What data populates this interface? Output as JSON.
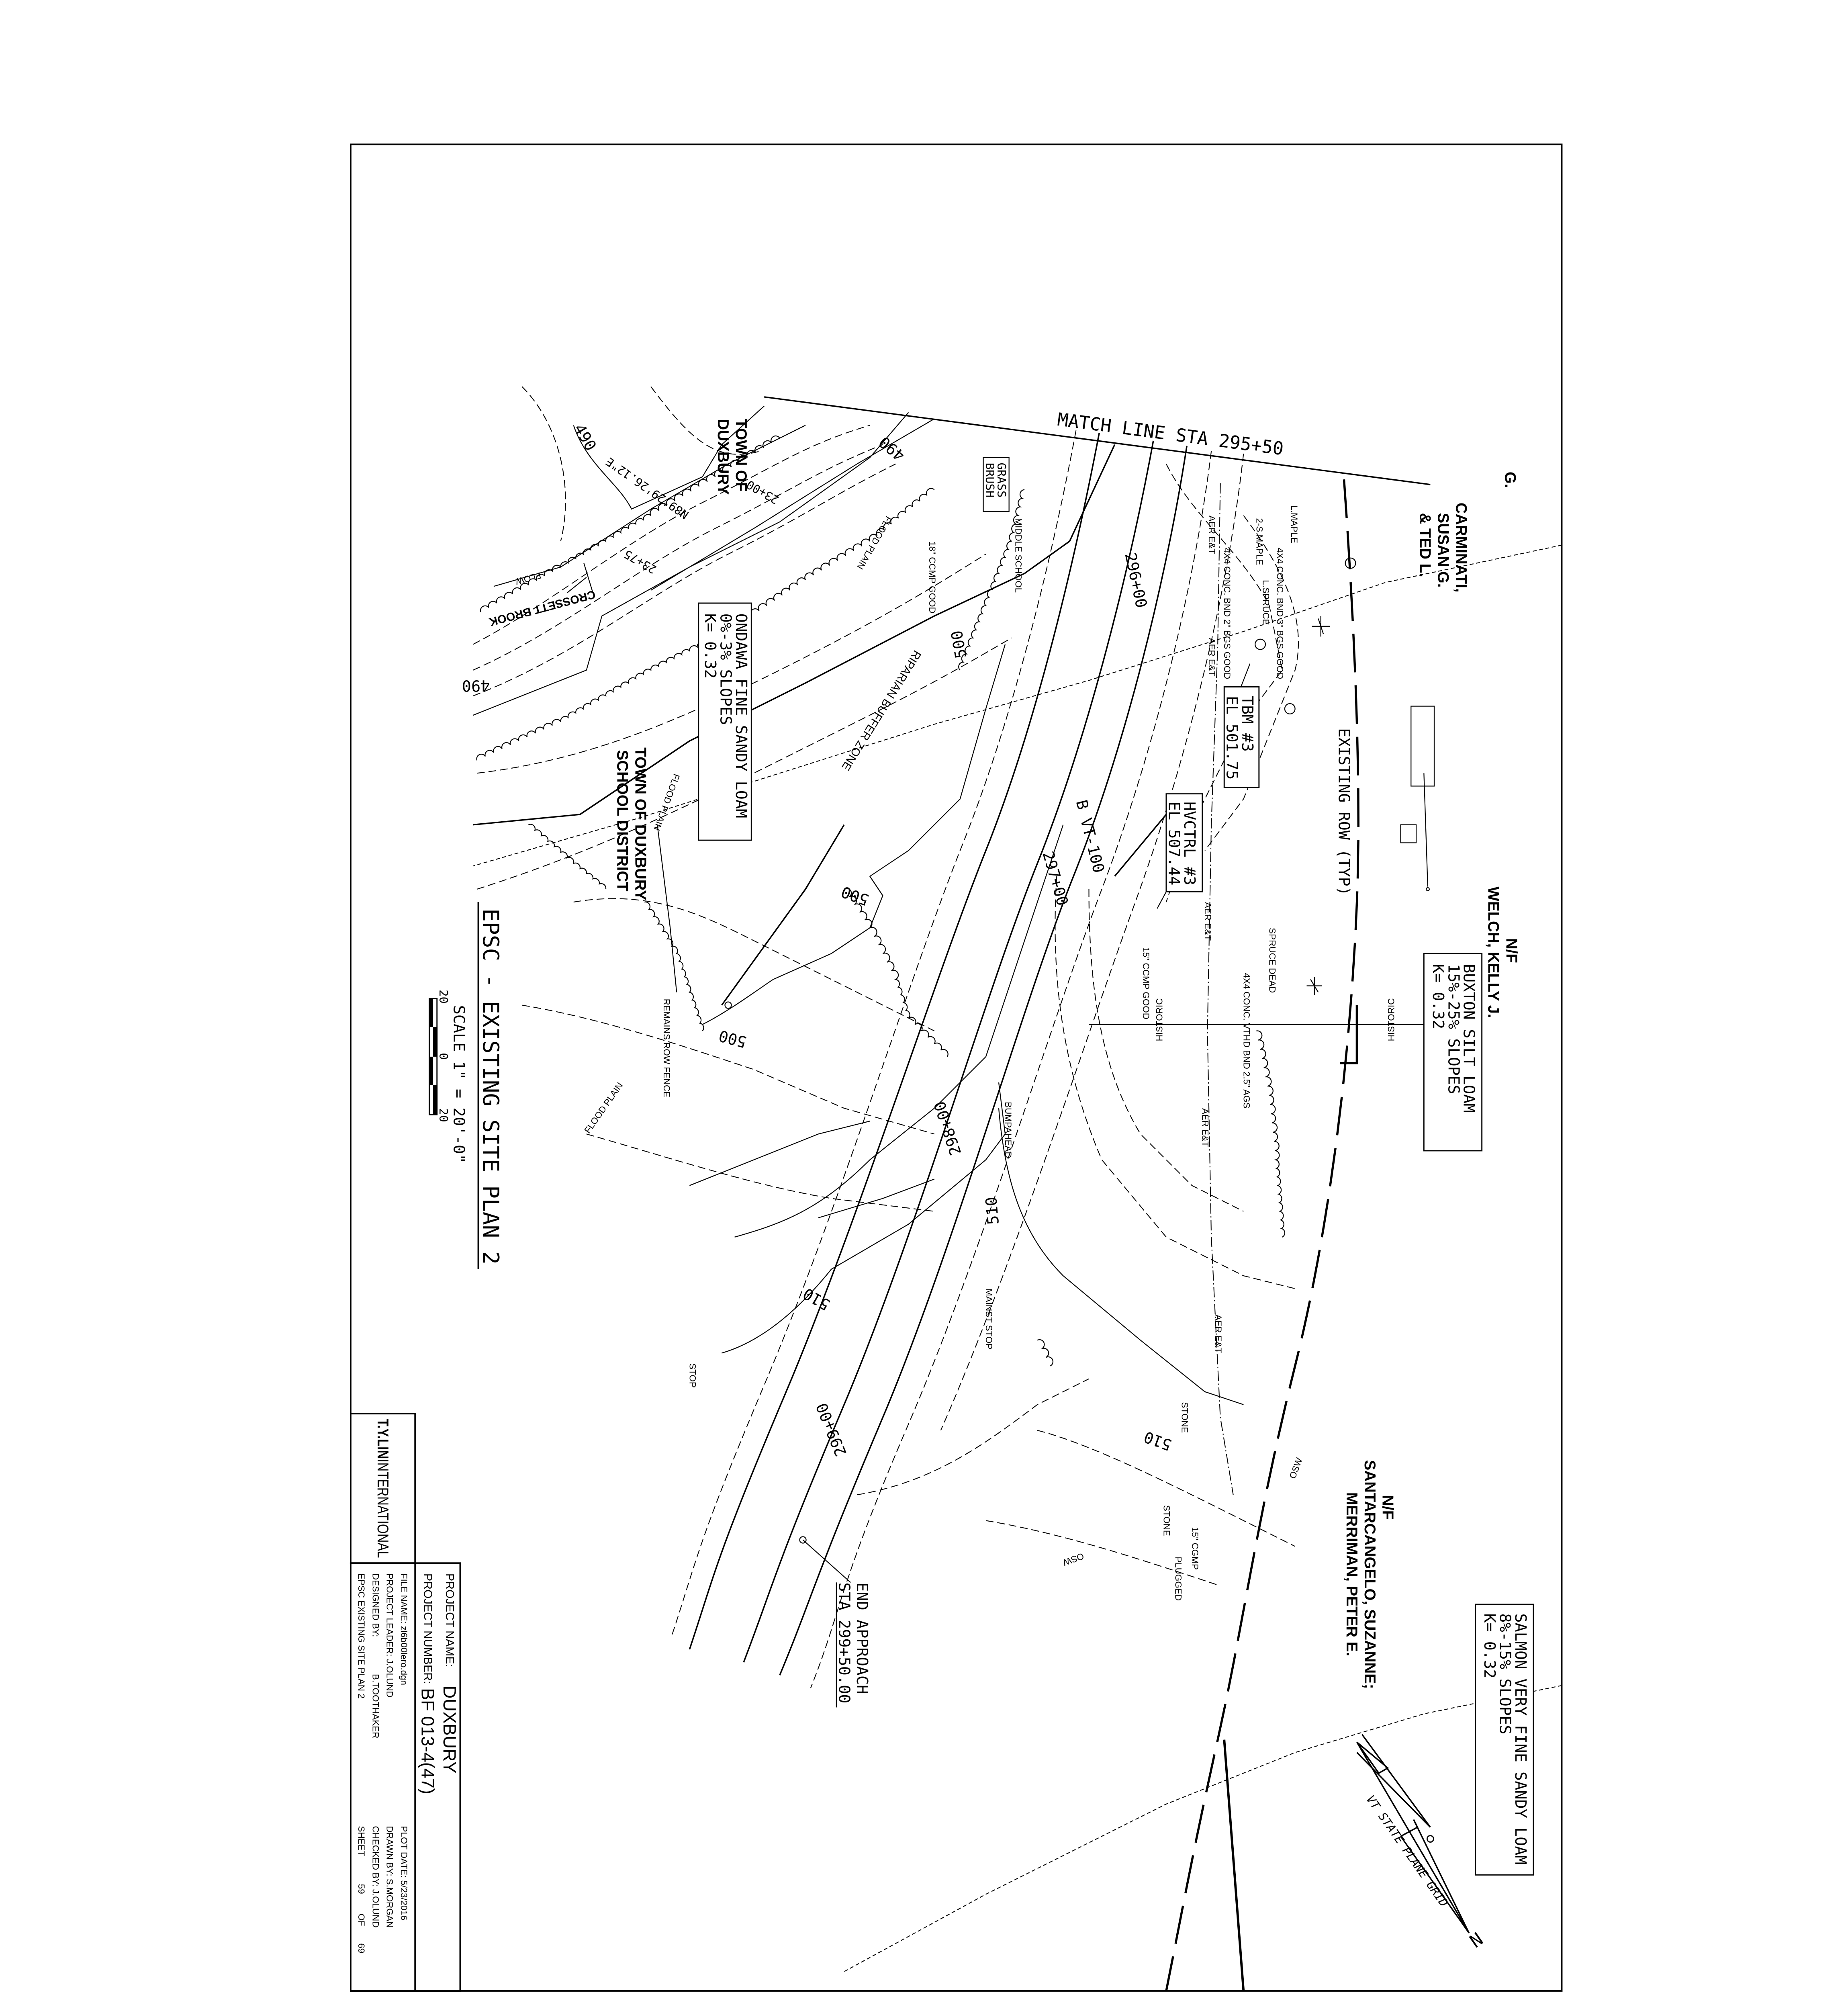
{
  "sheet": {
    "title": "EPSC - EXISTING SITE PLAN 2",
    "scale": "SCALE 1\" = 20'-0\"",
    "scale_bar_labels": [
      "20",
      "0",
      "20"
    ]
  },
  "match_line": "MATCH LINE STA 295+50",
  "owners": {
    "carminati": {
      "prefix": "G.",
      "lines": [
        "CARMINATI,",
        "SUSAN G.",
        "& TED L."
      ]
    },
    "welch": {
      "prefix": "N/F",
      "name": "WELCH, KELLY J."
    },
    "santarcangelo": {
      "prefix": "N/F",
      "lines": [
        "SANTARCANGELO, SUZANNE;",
        "MERRIMAN, PETER E."
      ]
    },
    "town_top": [
      "TOWN OF",
      "DUXBURY"
    ],
    "town_school": [
      "TOWN OF DUXBURY",
      "SCHOOL DISTRICT"
    ]
  },
  "soils": [
    {
      "lines": [
        "ONDAWA FINE SANDY LOAM",
        "0%-3% SLOPES",
        "K= 0.32"
      ]
    },
    {
      "lines": [
        "BUXTON SILT LOAM",
        "15%-25% SLOPES",
        "K= 0.32"
      ]
    },
    {
      "lines": [
        "SALMON VERY FINE SANDY LOAM",
        "8%-15% SLOPES",
        "K= 0.32"
      ]
    }
  ],
  "benchmarks": [
    {
      "lines": [
        "TBM #3",
        "EL 501.75"
      ]
    },
    {
      "lines": [
        "HVCTRL #3",
        "EL 507.44"
      ]
    }
  ],
  "stations": [
    "296+00",
    "297+00",
    "298+00",
    "299+00"
  ],
  "alignment_label": "B VT-100",
  "end_approach": [
    "END APPROACH",
    "STA 299+50.00"
  ],
  "north_arrow": {
    "label": "VT STATE PLANE GRID",
    "letter": "N"
  },
  "features": {
    "brook": "CROSSETT BROOK",
    "flow": "FLOW",
    "riparian": "RIPARIAN BUFFER ZONE",
    "flood_plain": "FLOOD PLAIN",
    "remains_fence": "REMAINS ROW FENCE",
    "existing_row": "EXISTING ROW (TYP)",
    "historic": "HISTORIC",
    "aer": "AER E&T",
    "bearing": "N89°29'26.12\"E",
    "sta_2300": "23+00",
    "sta_2375": "23+75",
    "ccmp_18": "18\" CCMP GOOD",
    "grass": "GRASS",
    "brush": "BRUSH",
    "school": "MIDDLE SCHOOL",
    "l_maple": "L.MAPLE",
    "s_maple": "2-S.MAPLE",
    "l_spruce": "L.SPRUCE",
    "bnd_3": "4X4 CONC. BND 3\" BGS GOOD",
    "bnd_2": "4X4 CONC. BND 2\" BGS GOOD",
    "spruce_dead": "SPRUCE DEAD",
    "bnd_vthd": "4X4 CONC. VTHD BND 2.5\" AGS",
    "ccmp_15": "15\" CCMP GOOD",
    "bumpahead": "BUMPAHEAD",
    "maint_stop": "MAINST STOP",
    "stop": "STOP",
    "stone": "STONE",
    "cgmp_15": "15\" CGMP",
    "plugged": "PLUGGED",
    "osw": "OSW"
  },
  "contours": [
    "490",
    "500",
    "510"
  ],
  "title_block": {
    "logo_bold": "T.Y.LIN",
    "logo_rest": "INTERNATIONAL",
    "project_name_label": "PROJECT NAME:",
    "project_name": "DUXBURY",
    "project_number_label": "PROJECT NUMBER:",
    "project_number": "BF 013-4(47)",
    "file_name": "FILE NAME: zl6b00lero.dgn",
    "project_leader": "PROJECT LEADER: J.OLUND",
    "designed_by_label": "DESIGNED BY:",
    "designed_by": "B.TOOTHAKER",
    "sheet_title": "EPSC EXISTING SITE PLAN 2",
    "plot_date": "PLOT DATE: 5/23/2016",
    "drawn_by": "DRAWN BY: S.MORGAN",
    "checked_by": "CHECKED BY: J.OLUND",
    "sheet_label": "SHEET",
    "sheet_number": "59",
    "sheet_of": "OF",
    "sheet_total": "69"
  }
}
